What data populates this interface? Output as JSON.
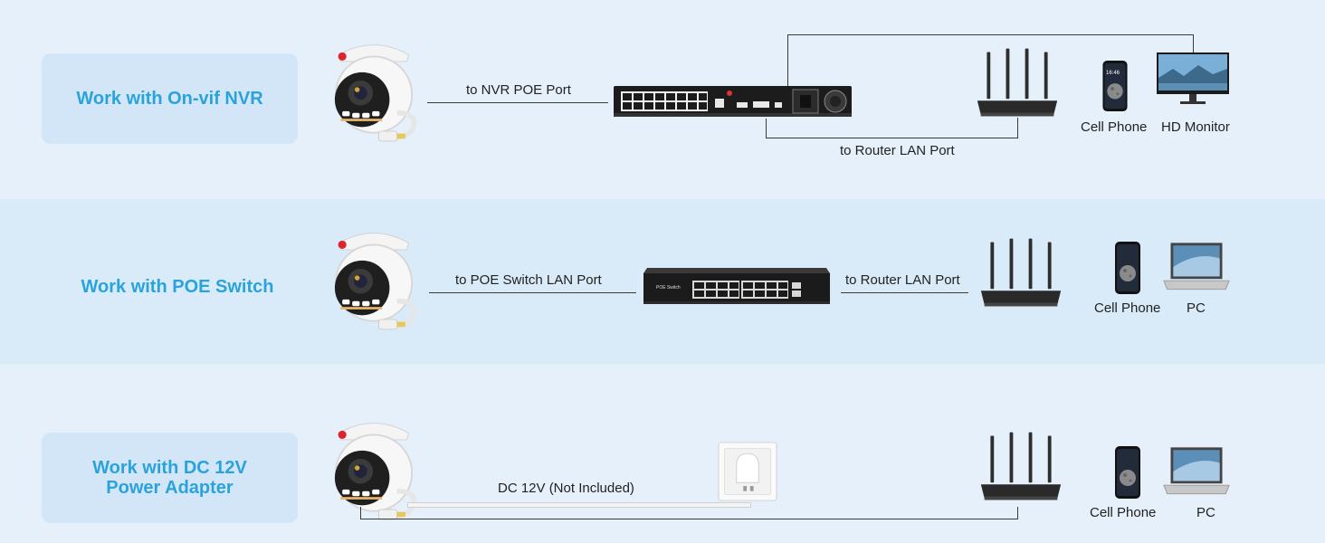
{
  "rows": [
    {
      "title": "Work with On-vif NVR",
      "link_labels": [
        "to NVR POE Port",
        "to Router LAN Port"
      ],
      "devices": [
        "Cell Phone",
        "HD Monitor"
      ]
    },
    {
      "title": "Work with POE Switch",
      "link_labels": [
        "to POE Switch LAN Port",
        "to Router LAN Port"
      ],
      "devices": [
        "Cell Phone",
        "PC"
      ],
      "switch_label": "POE Switch"
    },
    {
      "title_lines": [
        "Work with DC 12V",
        "Power Adapter"
      ],
      "link_labels": [
        "DC 12V (Not Included)"
      ],
      "devices": [
        "Cell Phone",
        "PC"
      ]
    }
  ],
  "phone_time": "16:46",
  "colors": {
    "title": "#2aa3dd",
    "band_light": "#e6f0fb",
    "band_mid": "#d9ebf8",
    "title_box": "#d3e6f7"
  }
}
